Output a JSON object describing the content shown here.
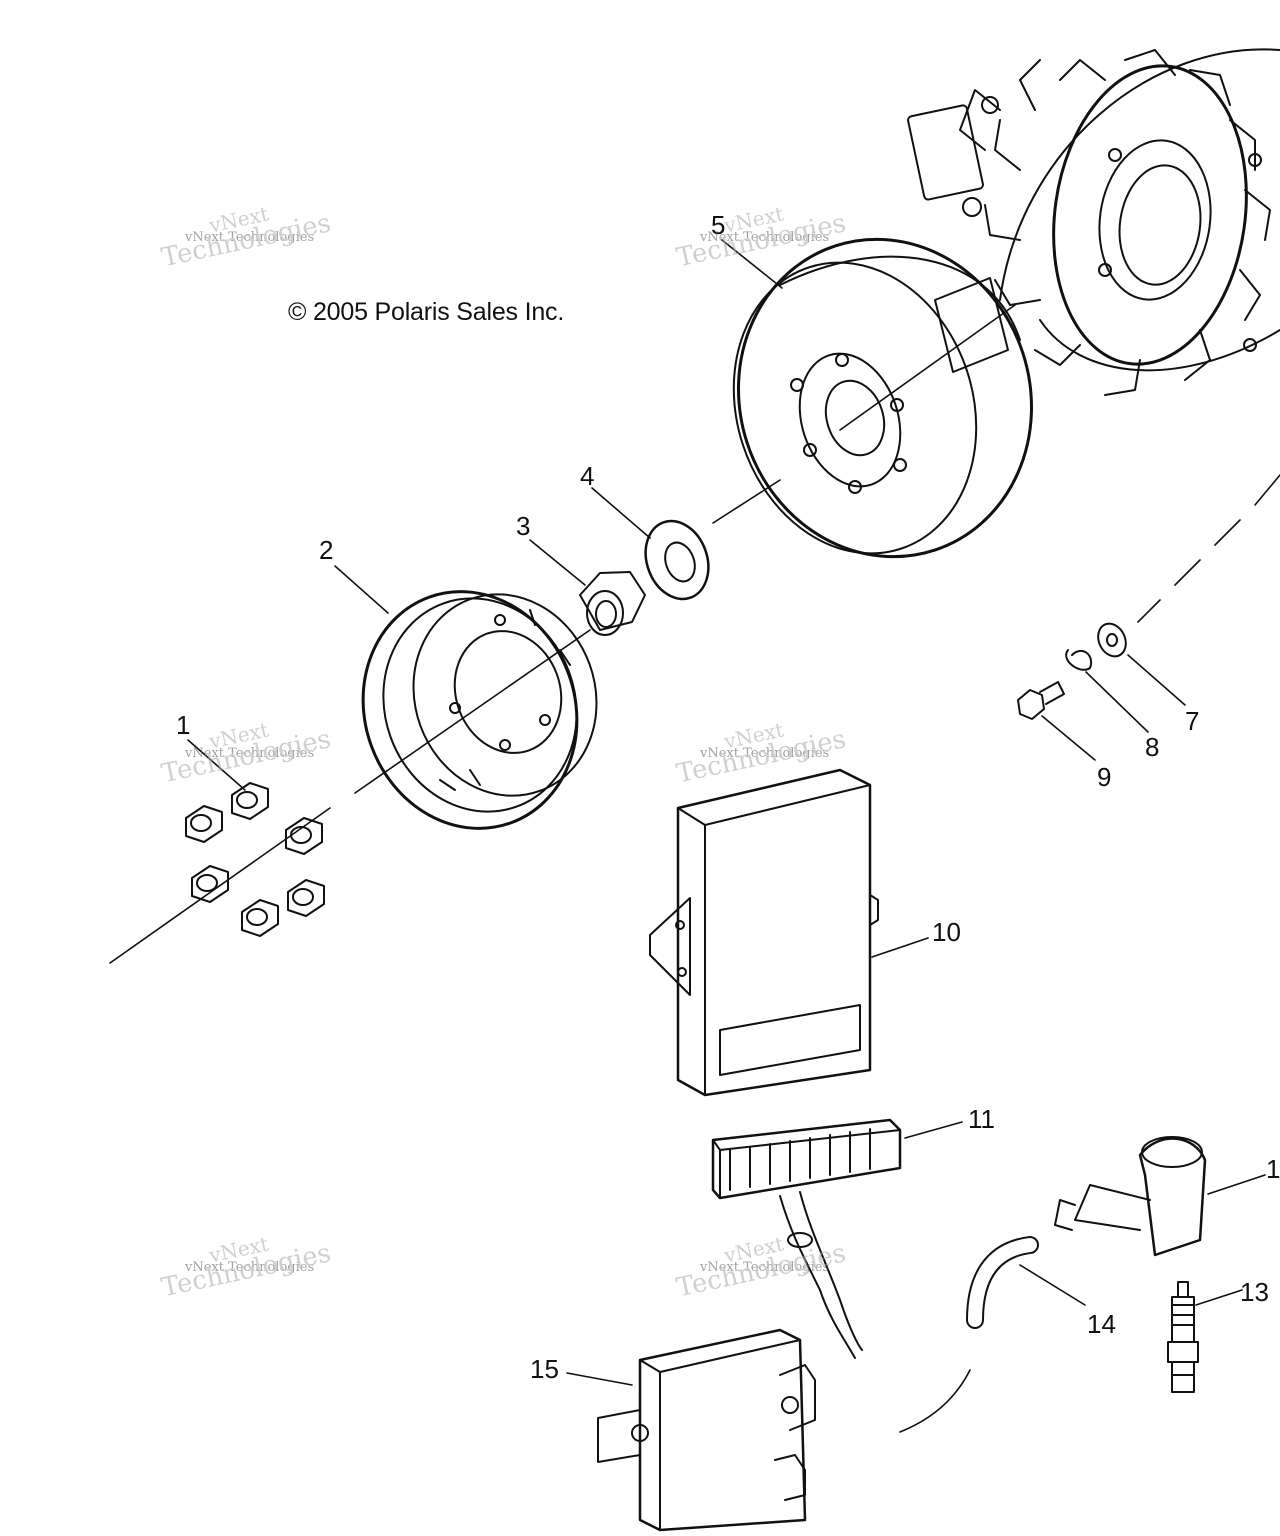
{
  "copyright": "© 2005 Polaris Sales Inc.",
  "callouts": {
    "c1": "1",
    "c2": "2",
    "c3": "3",
    "c4": "4",
    "c5": "5",
    "c7": "7",
    "c8": "8",
    "c9": "9",
    "c10": "10",
    "c11": "11",
    "c12": "1",
    "c13": "13",
    "c14": "14",
    "c15": "15"
  },
  "watermark": {
    "line1": "vNext",
    "line2": "vNext Technologies",
    "line3": "Technologies"
  }
}
